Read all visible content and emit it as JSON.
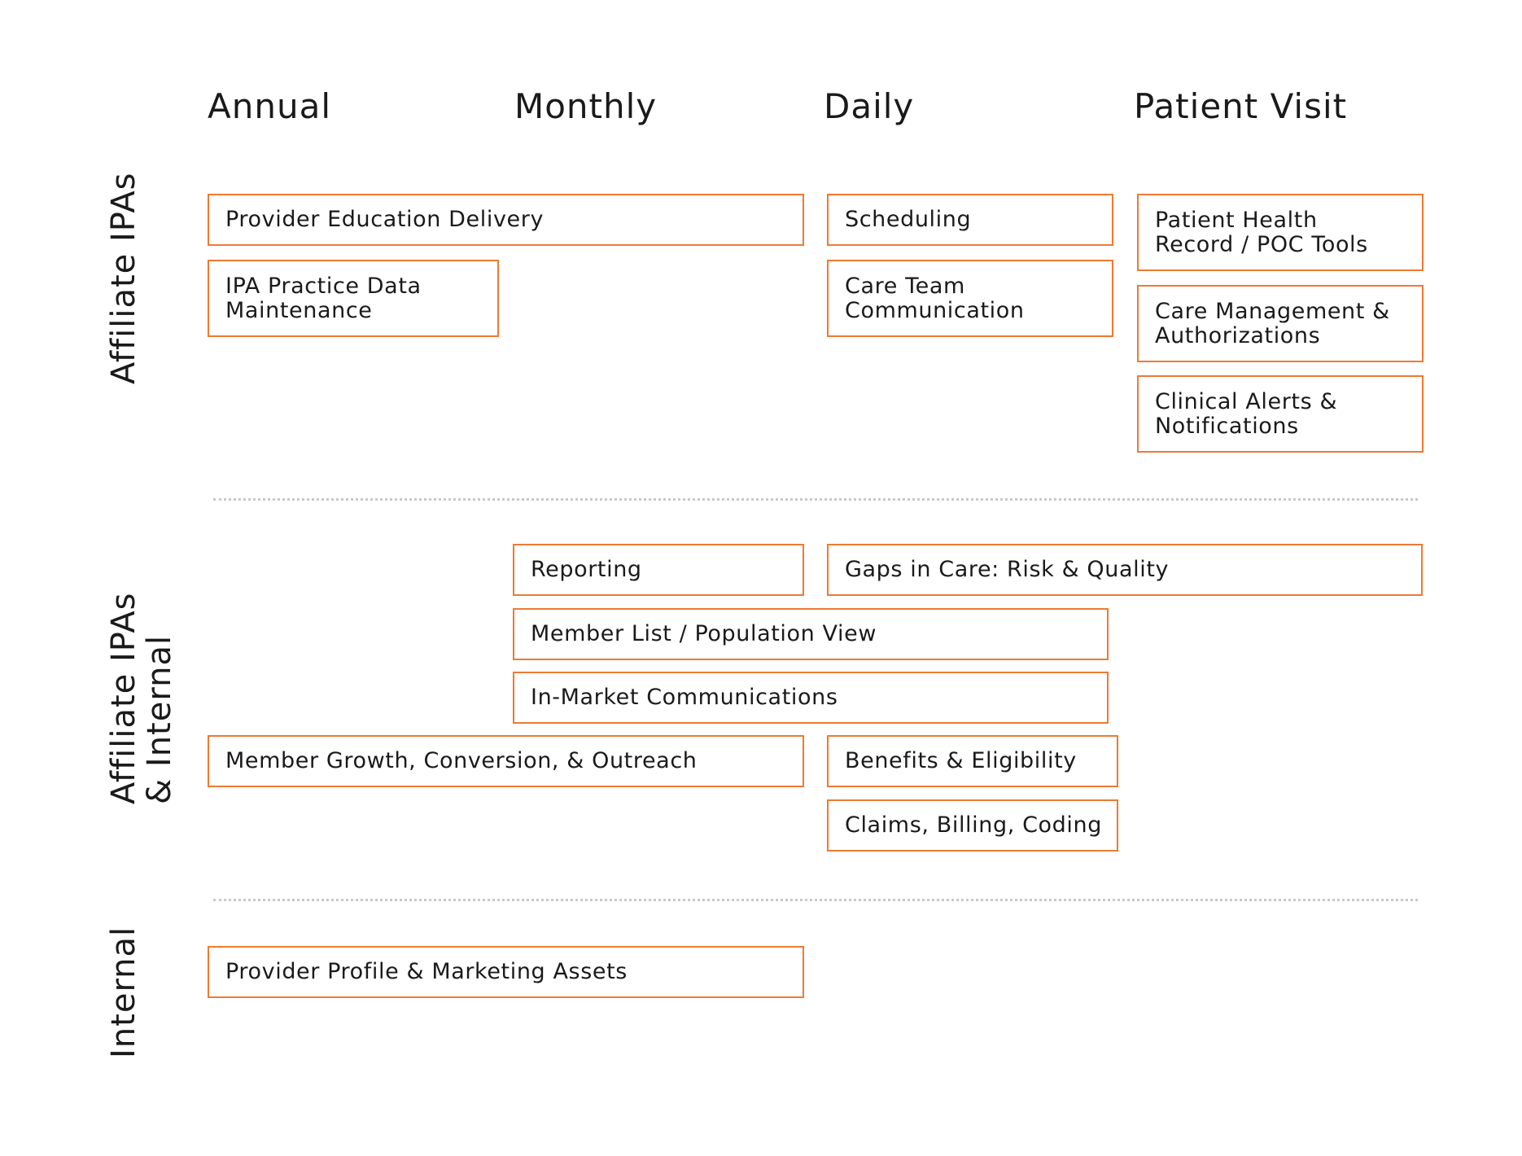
{
  "columns": {
    "annual": "Annual",
    "monthly": "Monthly",
    "daily": "Daily",
    "patient_visit": "Patient Visit"
  },
  "rows": {
    "affiliate": "Affiliate IPAs",
    "affiliate_internal_line1": "Affiliate IPAs",
    "affiliate_internal_line2": "& Internal",
    "internal": "Internal"
  },
  "boxes": {
    "provider_education": "Provider Education Delivery",
    "ipa_practice_data": "IPA Practice Data\nMaintenance",
    "scheduling": "Scheduling",
    "care_team": "Care Team\nCommunication",
    "patient_health_record": "Patient Health\nRecord / POC Tools",
    "care_management": "Care Management &\nAuthorizations",
    "clinical_alerts": "Clinical Alerts &\nNotifications",
    "reporting": "Reporting",
    "gaps_in_care": "Gaps in Care: Risk & Quality",
    "member_list": "Member List / Population View",
    "in_market": "In-Market Communications",
    "member_growth": "Member Growth, Conversion, & Outreach",
    "benefits": "Benefits & Eligibility",
    "claims": "Claims, Billing, Coding",
    "provider_profile": "Provider Profile & Marketing Assets"
  },
  "colors": {
    "box_border": "#ee7a33",
    "divider": "#c8c8c8",
    "text": "#1a1a1a"
  }
}
